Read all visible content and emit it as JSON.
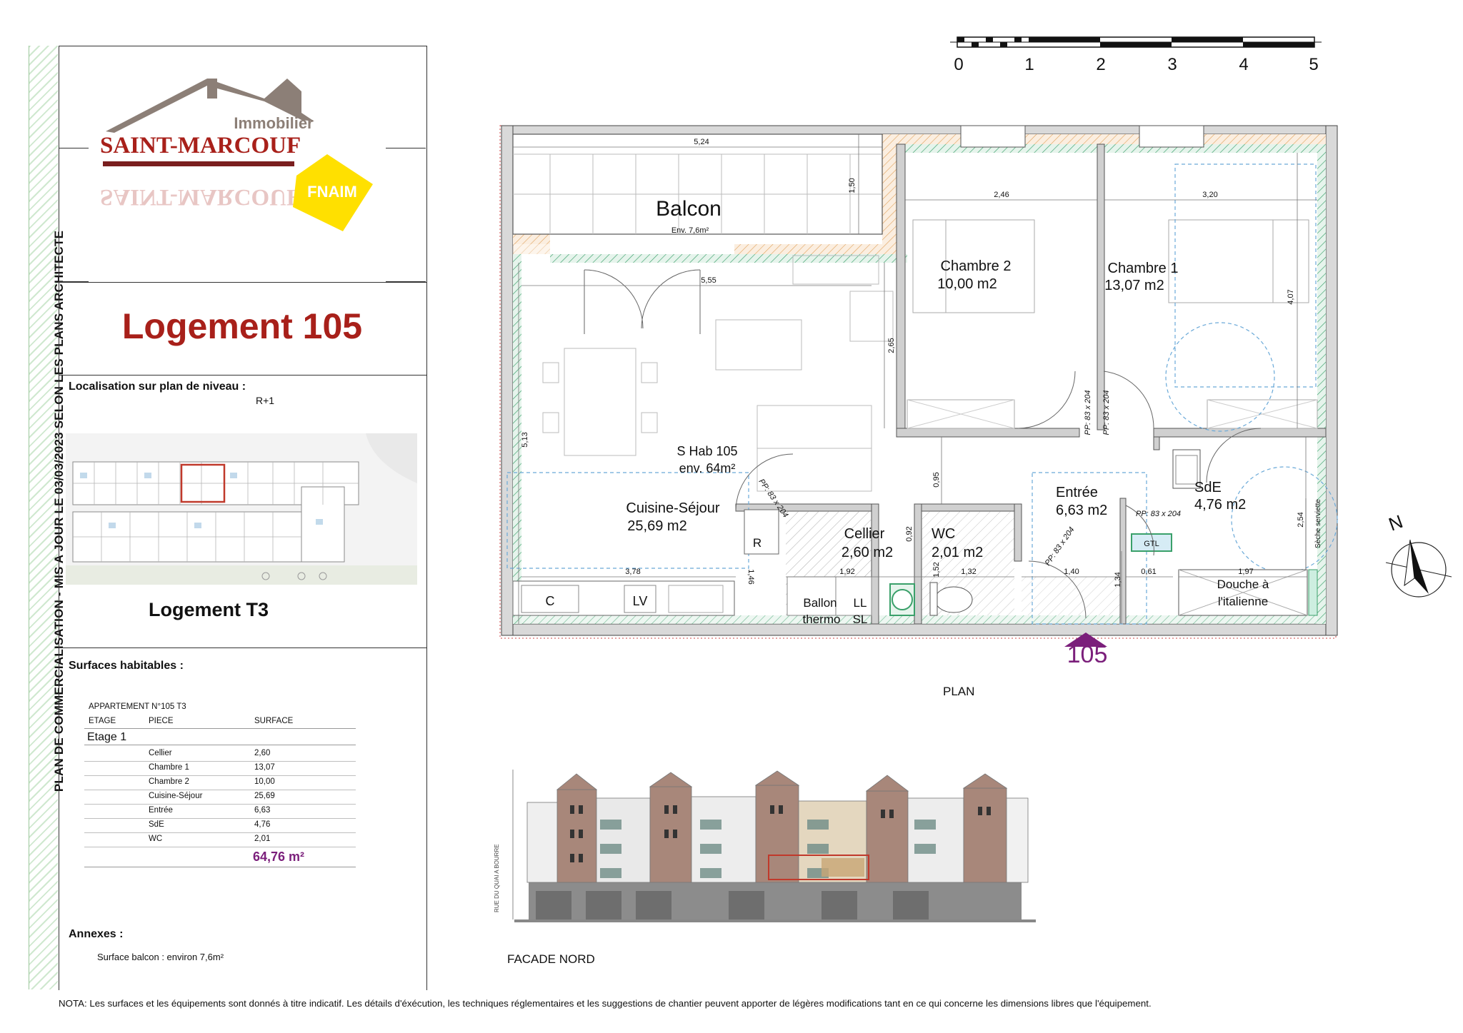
{
  "side_band_text": "PLAN DE COMMERCIALISATION - MIS A JOUR LE 03/03/2023 SELON LES PLANS ARCHITECTE",
  "logo": {
    "line1": "Immobilier",
    "line2": "SAINT-MARCOUF",
    "badge": "FNAIM",
    "colors": {
      "roof": "#8c7f77",
      "name": "#a8201a",
      "badge_bg": "#ffe000",
      "badge_text": "#ffffff"
    }
  },
  "title": "Logement 105",
  "localisation": {
    "label": "Localisation sur plan de niveau :",
    "level": "R+1"
  },
  "type_label": "Logement T3",
  "surfaces": {
    "label": "Surfaces habitables :",
    "table_title": "APPARTEMENT N°105 T3",
    "headers": [
      "ETAGE",
      "PIECE",
      "SURFACE"
    ],
    "floor": "Etage 1",
    "rows": [
      {
        "piece": "Cellier",
        "surface": "2,60"
      },
      {
        "piece": "Chambre 1",
        "surface": "13,07"
      },
      {
        "piece": "Chambre 2",
        "surface": "10,00"
      },
      {
        "piece": "Cuisine-Séjour",
        "surface": "25,69"
      },
      {
        "piece": "Entrée",
        "surface": "6,63"
      },
      {
        "piece": "SdE",
        "surface": "4,76"
      },
      {
        "piece": "WC",
        "surface": "2,01"
      }
    ],
    "total": "64,76 m²",
    "total_color": "#7b1f7b"
  },
  "annexes": {
    "label": "Annexes :",
    "text": "Surface balcon : environ 7,6m²"
  },
  "scale": {
    "ticks": [
      "0",
      "1",
      "2",
      "3",
      "4",
      "5"
    ]
  },
  "north": "N",
  "plan": {
    "caption": "PLAN",
    "unit_number": "105",
    "unit_color": "#7b1f7b",
    "rooms": {
      "balcon": {
        "name": "Balcon",
        "area": "Env. 7,6m²"
      },
      "chambre2": {
        "name": "Chambre 2",
        "area": "10,00 m2"
      },
      "chambre1": {
        "name": "Chambre 1",
        "area": "13,07 m2"
      },
      "shab": {
        "name": "S Hab 105",
        "area": "env. 64m²"
      },
      "sejour": {
        "name": "Cuisine-Séjour",
        "area": "25,69 m2"
      },
      "cellier": {
        "name": "Cellier",
        "area": "2,60 m2"
      },
      "wc": {
        "name": "WC",
        "area": "2,01 m2"
      },
      "entree": {
        "name": "Entrée",
        "area": "6,63 m2"
      },
      "sde": {
        "name": "SdE",
        "area": "4,76 m2"
      },
      "douche1": "Douche à",
      "douche2": "l'italienne",
      "ballon1": "Ballon",
      "ballon2": "thermo",
      "ll": "LL",
      "sl": "SL",
      "r": "R",
      "c": "C",
      "lv": "LV",
      "gtl": "GTL",
      "seche": "Sèche serviette"
    },
    "dims": {
      "d524": "5,24",
      "d150": "1,50",
      "d246": "2,46",
      "d320": "3,20",
      "d555": "5,55",
      "d265": "2,65",
      "d407": "4,07",
      "d513": "5,13",
      "d095": "0,95",
      "d378": "3,78",
      "d192": "1,92",
      "d132": "1,32",
      "d140": "1,40",
      "d061": "0,61",
      "d197": "1,97",
      "d146": "1,46",
      "d092": "0,92",
      "d152": "1,52",
      "d134": "1,34",
      "d254": "2,54"
    },
    "doors": {
      "pp": "PP: 83 x 204"
    }
  },
  "facade": {
    "caption": "FACADE NORD",
    "street": "RUE DU QUAI A BOURRE"
  },
  "note": "NOTA: Les surfaces et les équipements sont donnés à titre indicatif. Les détails d'éxécution, les techniques réglementaires et les suggestions de chantier peuvent apporter de légères modifications tant en ce qui concerne les dimensions libres que l'équipement."
}
